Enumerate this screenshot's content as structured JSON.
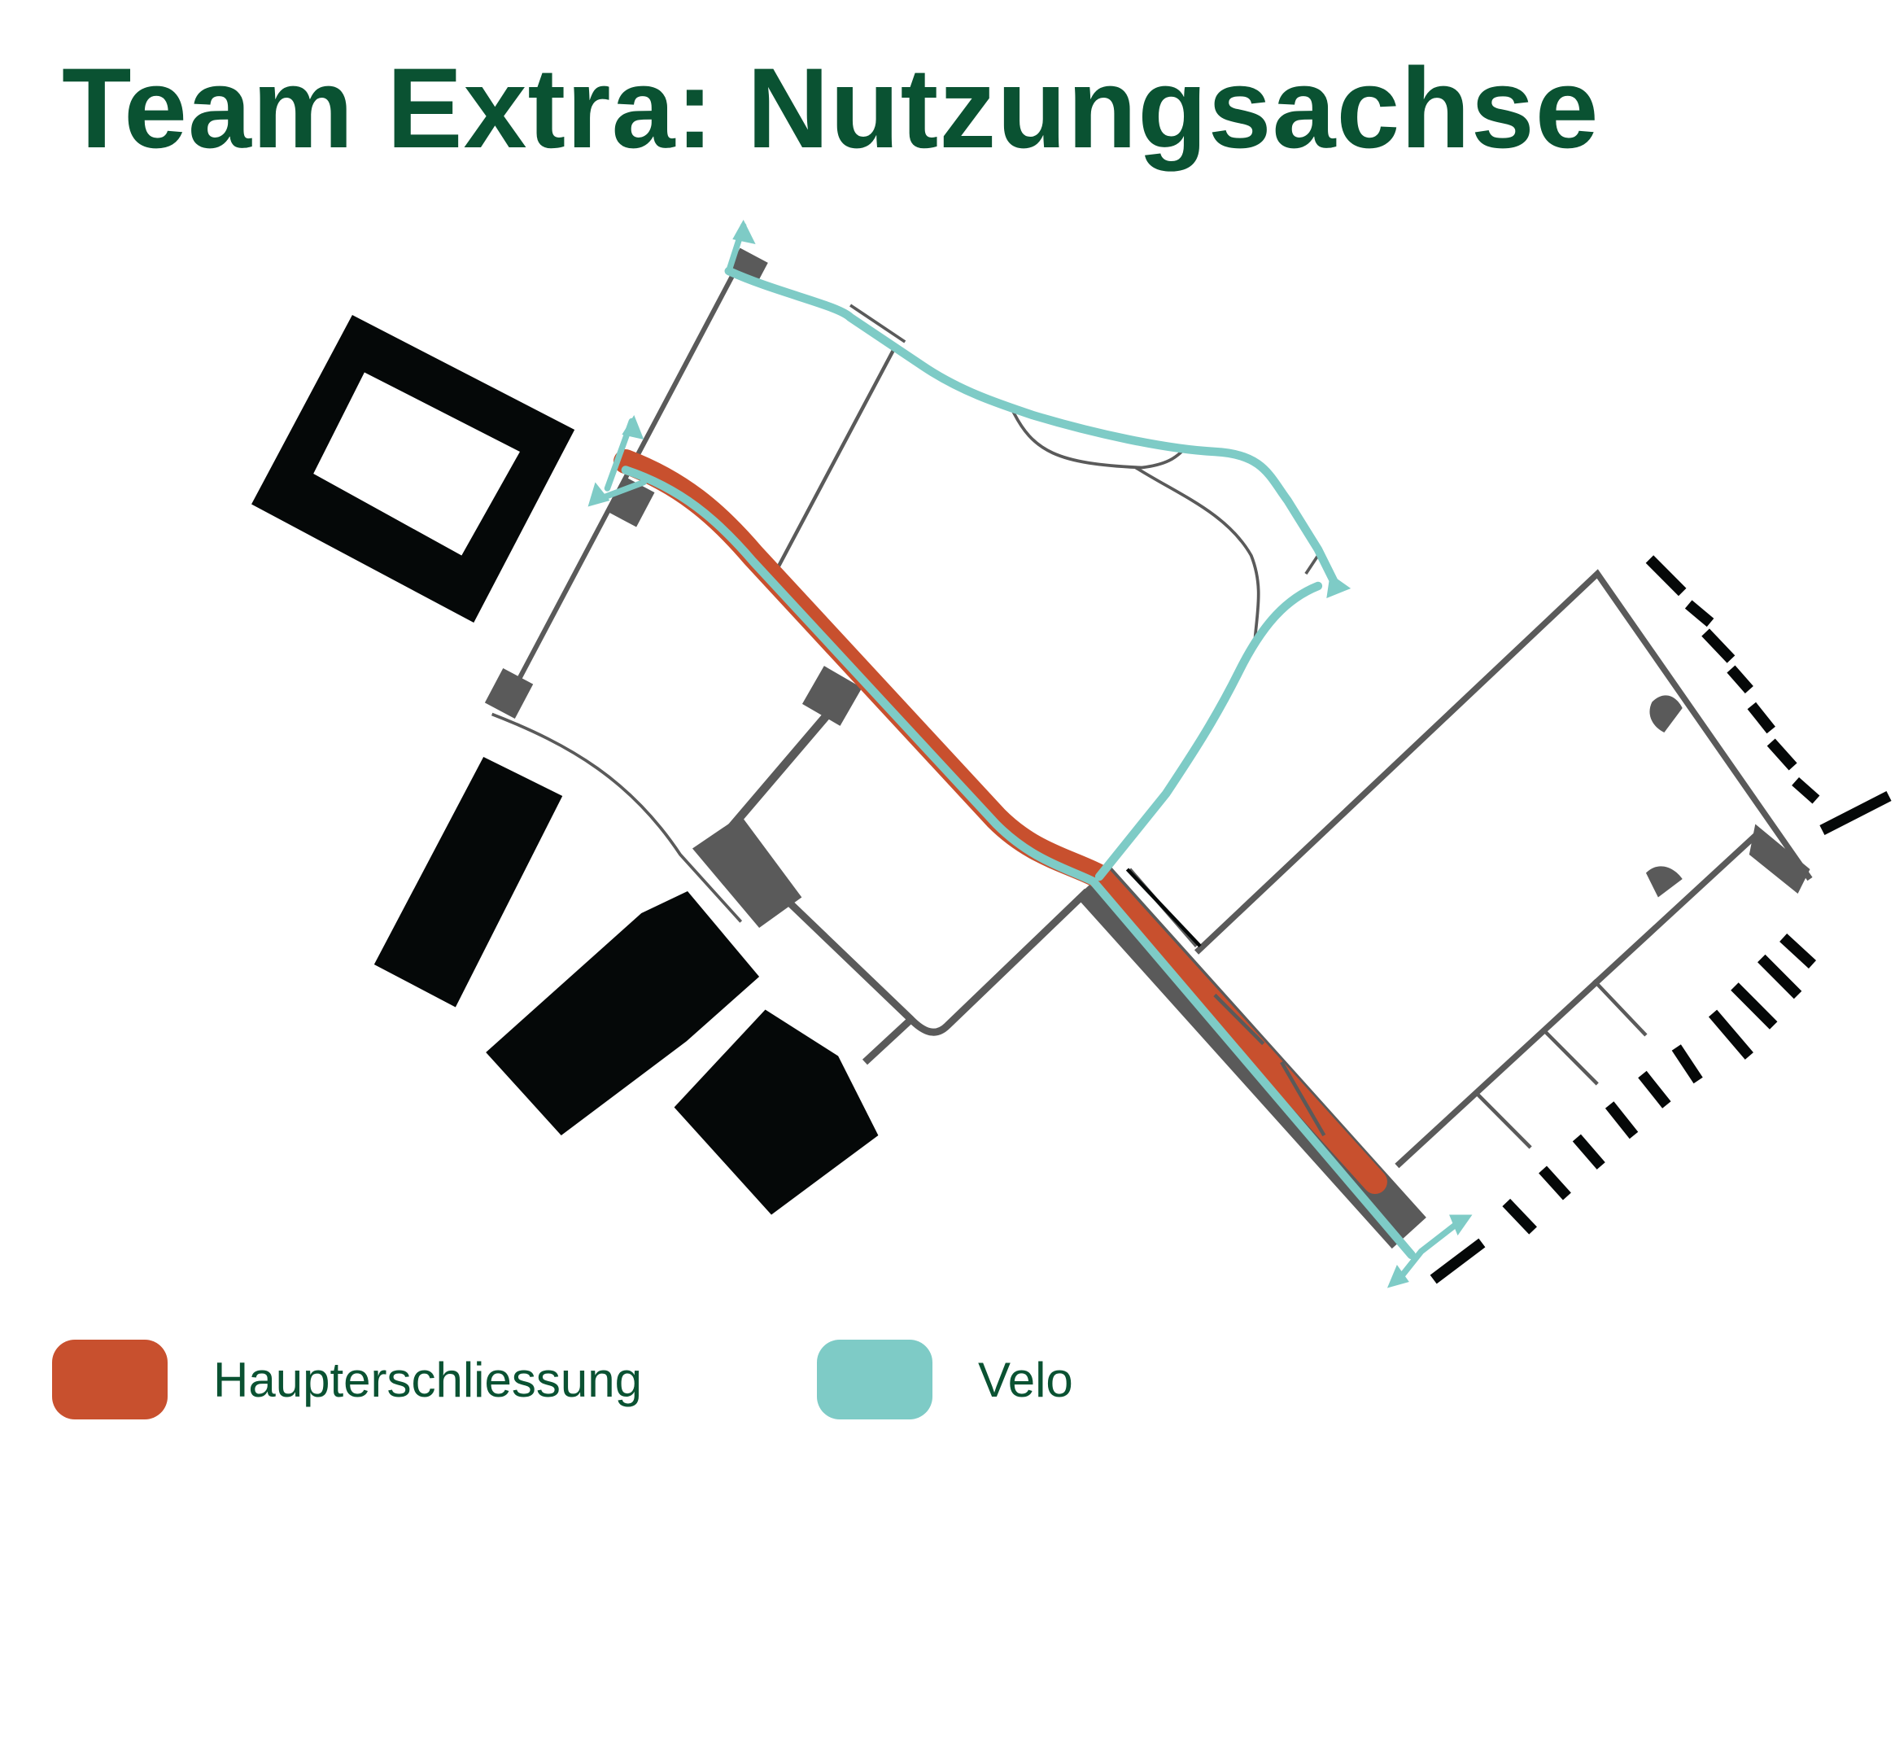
{
  "title": "Team Extra: Nutzungsachse",
  "legend": [
    {
      "label": "Haupterschliessung",
      "color": "#c8502e"
    },
    {
      "label": "Velo",
      "color": "#7ecbc6"
    }
  ],
  "colors": {
    "title": "#0a5232",
    "building": "#050808",
    "road": "#5a5a5a"
  }
}
